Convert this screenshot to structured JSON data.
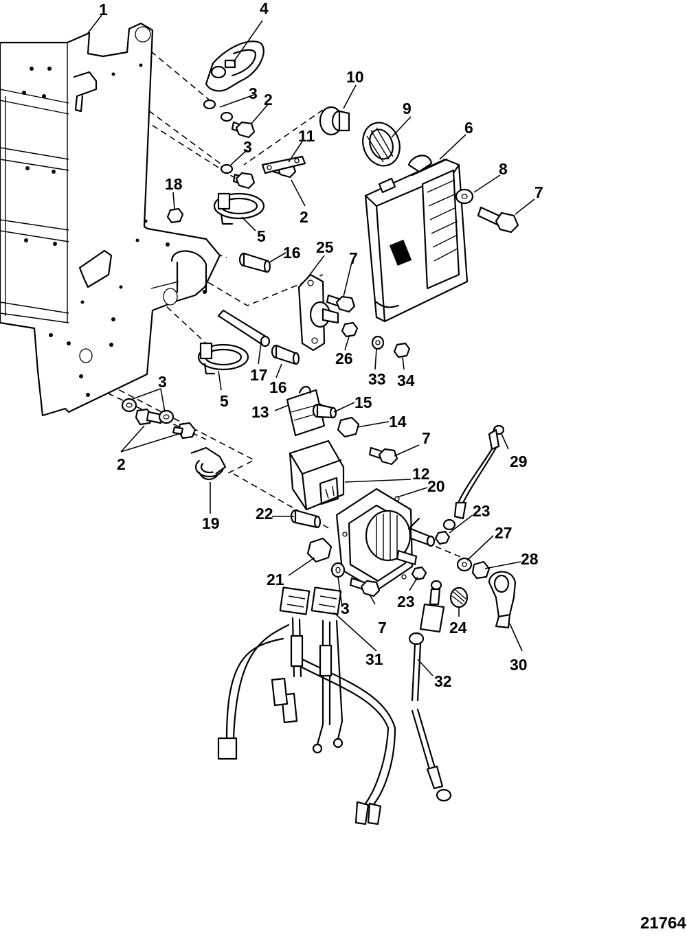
{
  "figure_number": "21764",
  "callouts": [
    "1",
    "4",
    "3",
    "2",
    "10",
    "9",
    "6",
    "3",
    "11",
    "18",
    "2",
    "8",
    "7",
    "5",
    "25",
    "16",
    "7",
    "26",
    "33",
    "34",
    "17",
    "16",
    "5",
    "3",
    "13",
    "15",
    "14",
    "7",
    "2",
    "12",
    "29",
    "20",
    "19",
    "22",
    "23",
    "27",
    "28",
    "21",
    "3",
    "23",
    "24",
    "7",
    "31",
    "32",
    "30"
  ]
}
